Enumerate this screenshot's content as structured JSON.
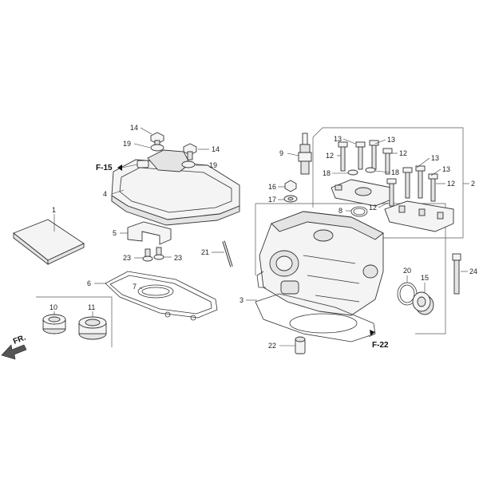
{
  "callouts": [
    {
      "id": "c1",
      "text": "1"
    },
    {
      "id": "c2",
      "text": "2"
    },
    {
      "id": "c3",
      "text": "3"
    },
    {
      "id": "c4",
      "text": "4"
    },
    {
      "id": "c5",
      "text": "5"
    },
    {
      "id": "c6",
      "text": "6"
    },
    {
      "id": "c7",
      "text": "7"
    },
    {
      "id": "c8",
      "text": "8"
    },
    {
      "id": "c9",
      "text": "9"
    },
    {
      "id": "c10",
      "text": "10"
    },
    {
      "id": "c11",
      "text": "11"
    },
    {
      "id": "c12a",
      "text": "12"
    },
    {
      "id": "c12b",
      "text": "12"
    },
    {
      "id": "c12c",
      "text": "12"
    },
    {
      "id": "c12d",
      "text": "12"
    },
    {
      "id": "c13a",
      "text": "13"
    },
    {
      "id": "c13b",
      "text": "13"
    },
    {
      "id": "c13c",
      "text": "13"
    },
    {
      "id": "c13d",
      "text": "13"
    },
    {
      "id": "c14a",
      "text": "14"
    },
    {
      "id": "c14b",
      "text": "14"
    },
    {
      "id": "c15",
      "text": "15"
    },
    {
      "id": "c16",
      "text": "16"
    },
    {
      "id": "c17",
      "text": "17"
    },
    {
      "id": "c18a",
      "text": "18"
    },
    {
      "id": "c18b",
      "text": "18"
    },
    {
      "id": "c19a",
      "text": "19"
    },
    {
      "id": "c19b",
      "text": "19"
    },
    {
      "id": "c20",
      "text": "20"
    },
    {
      "id": "c21",
      "text": "21"
    },
    {
      "id": "c22",
      "text": "22"
    },
    {
      "id": "c23a",
      "text": "23"
    },
    {
      "id": "c23b",
      "text": "23"
    },
    {
      "id": "c24",
      "text": "24"
    }
  ],
  "refs": {
    "f15": "F-15",
    "f22": "F-22",
    "front": "FR."
  }
}
